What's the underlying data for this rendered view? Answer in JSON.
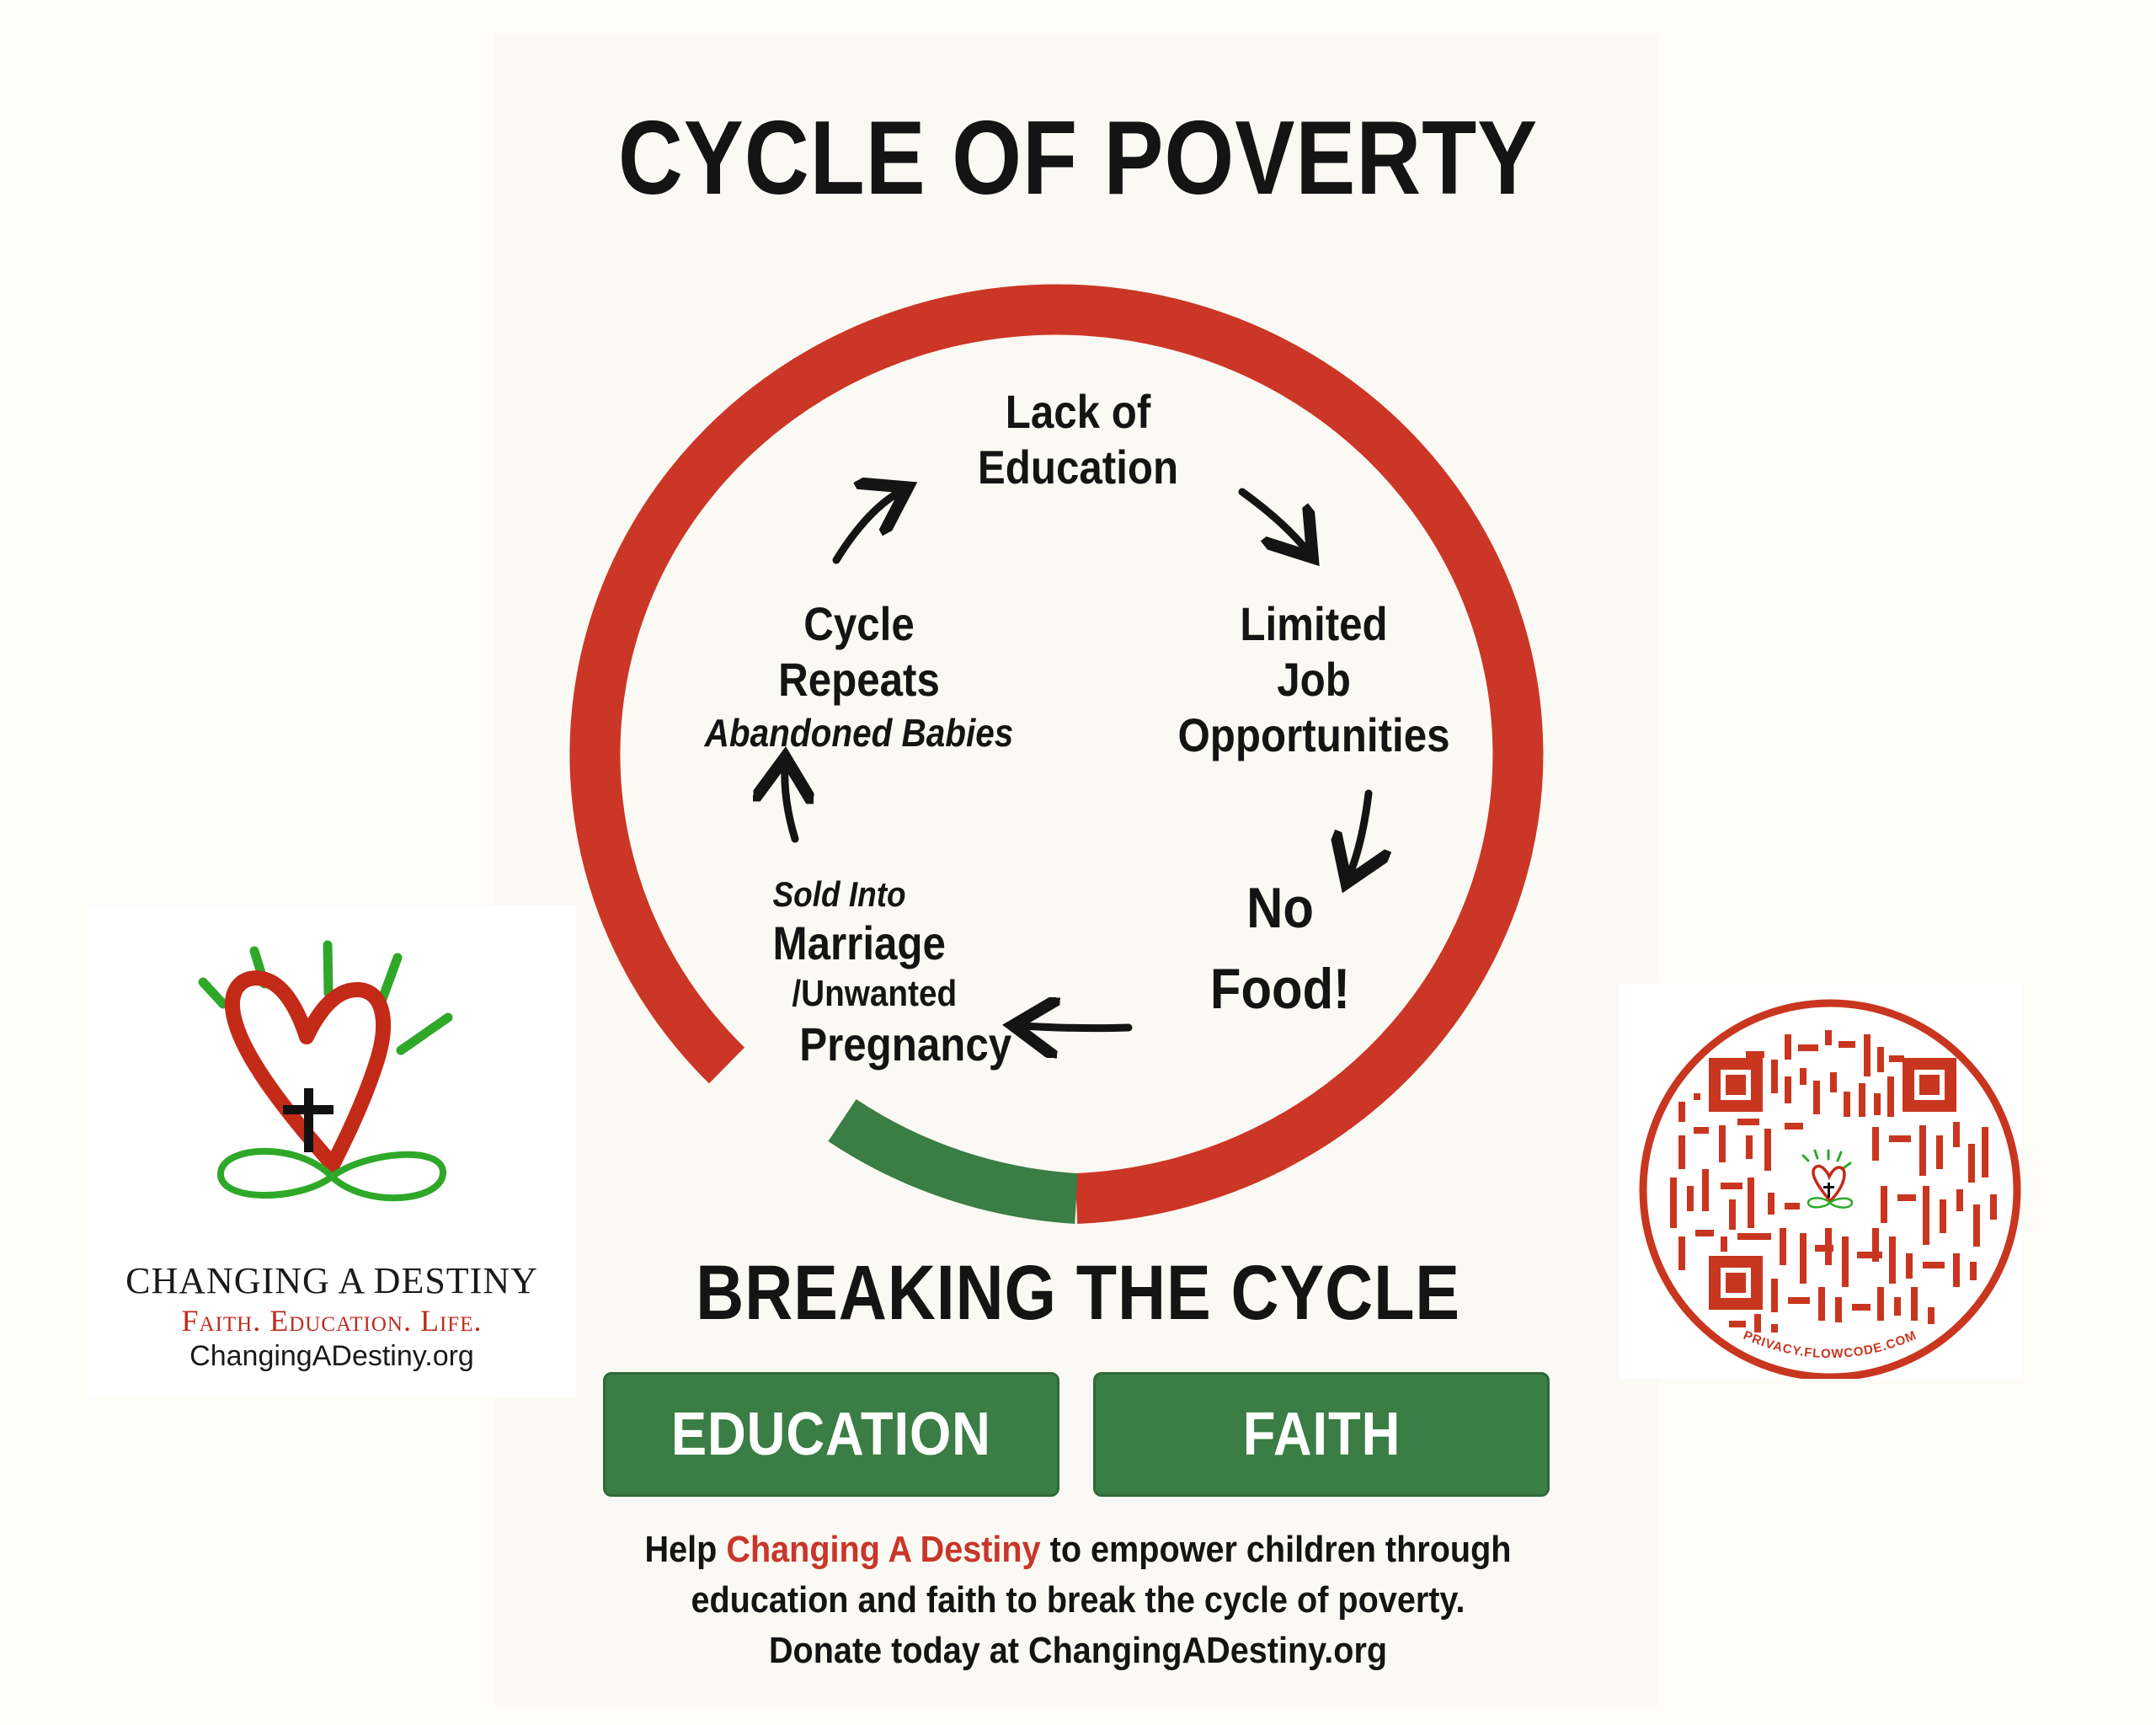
{
  "title": "CYCLE OF POVERTY",
  "cycle": {
    "nodes": {
      "lack_of_education": [
        "Lack of",
        "Education"
      ],
      "limited_jobs": [
        "Limited",
        "Job",
        "Opportunities"
      ],
      "no_food": [
        "No",
        "Food!"
      ],
      "sold_into_marriage": {
        "sub": "Sold Into",
        "main": "Marriage",
        "slash": "/",
        "unwanted": "Unwanted",
        "pregnancy": "Pregnancy"
      },
      "cycle_repeats": {
        "line1": "Cycle",
        "line2": "Repeats",
        "italic": "Abandoned Babies"
      }
    },
    "colors": {
      "red_arc": "#cc3626",
      "green_arc": "#3a7d45",
      "arrow": "#141414"
    }
  },
  "breaking": {
    "title": "BREAKING THE CYCLE",
    "buttons": [
      {
        "label": "EDUCATION"
      },
      {
        "label": "FAITH"
      }
    ]
  },
  "footer": {
    "line1_pre": "Help ",
    "line1_brand": "Changing A Destiny",
    "line1_post": " to empower children through",
    "line2": "education and faith to break the cycle of poverty.",
    "line3": "Donate today at ChangingADestiny.org"
  },
  "logo": {
    "name": "CHANGING A DESTINY",
    "tagline": "Faith. Education. Life.",
    "url": "ChangingADestiny.org",
    "colors": {
      "heart": "#c42a18",
      "rays": "#2fa82a",
      "infinity": "#2fa82a",
      "cross": "#111111"
    }
  },
  "qr": {
    "caption": "PRIVACY.FLOWCODE.COM",
    "color": "#c9361f"
  }
}
